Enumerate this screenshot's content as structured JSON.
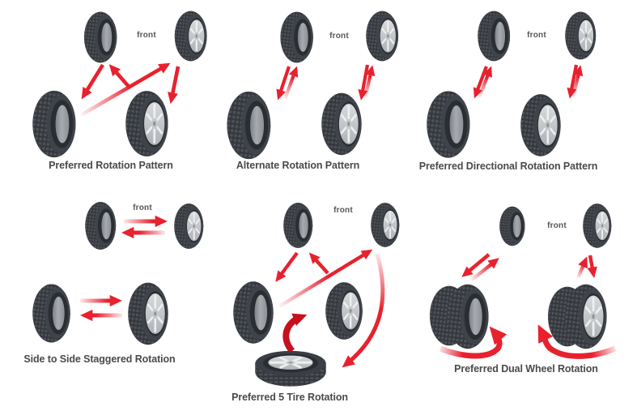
{
  "diagram": {
    "description_type": "tire-rotation-patterns",
    "background": "#ffffff"
  },
  "colors": {
    "arrow_red": "#e8212f",
    "arrow_dark_red": "#c6101f",
    "tire_body": "#34373c",
    "tread_block": "#4e5258",
    "inner_rim_gray": "#9ba0a5",
    "alloy_silver": "#c9cccf",
    "caption_text": "#4a4a4c",
    "front_text": "#55565a"
  },
  "icons": {
    "tire_side": "tire-icon",
    "tire_alloy": "alloy-wheel-tire-icon",
    "tire_spare": "spare-tire-icon",
    "rotation_arrow": "red-rotation-arrow-icon",
    "curved_swoosh": "curved-rotation-arrow-icon"
  },
  "patterns": [
    {
      "id": "preferred",
      "label": "Preferred Rotation Pattern",
      "front_label": "front",
      "tire_count": 4
    },
    {
      "id": "alternate",
      "label": "Alternate Rotation Pattern",
      "front_label": "front",
      "tire_count": 4
    },
    {
      "id": "directional",
      "label": "Preferred Directional Rotation Pattern",
      "front_label": "front",
      "tire_count": 4
    },
    {
      "id": "staggered",
      "label": "Side to Side Staggered Rotation",
      "front_label": "front",
      "tire_count": 4
    },
    {
      "id": "five_tire",
      "label": "Preferred 5 Tire Rotation",
      "front_label": "front",
      "tire_count": 5
    },
    {
      "id": "dual_wheel",
      "label": "Preferred Dual Wheel Rotation",
      "front_label": "front",
      "tire_count": 6
    }
  ]
}
